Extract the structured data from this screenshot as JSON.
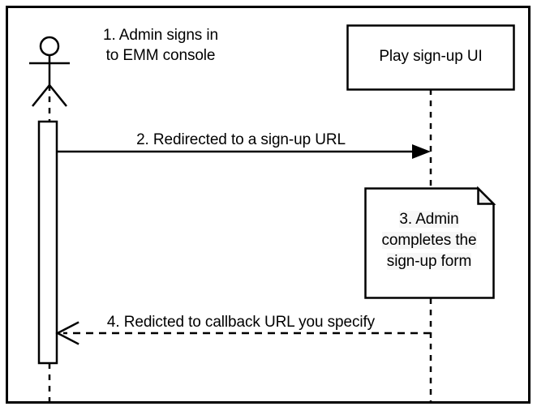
{
  "diagram": {
    "type": "uml-sequence-diagram",
    "frame": {
      "stroke": "#000000",
      "fill": "#ffffff"
    },
    "actor": {
      "name": "admin-actor",
      "shape": "stick-figure"
    },
    "participant": {
      "label": "Play sign-up UI"
    },
    "messages": [
      {
        "id": "step1",
        "label": "1. Admin signs in\nto EMM console",
        "line1": "1. Admin signs in",
        "line2": "to EMM console",
        "style": "annotation"
      },
      {
        "id": "step2",
        "label": "2. Redirected to a sign-up URL",
        "style": "solid-filled-arrow",
        "direction": "actor-to-participant"
      },
      {
        "id": "step4",
        "label": "4. Redicted to callback URL you specify",
        "style": "dashed-open-arrow",
        "direction": "participant-to-actor"
      }
    ],
    "note": {
      "id": "step3",
      "line1": "3. Admin",
      "line2": "completes the",
      "line3": "sign-up form",
      "label": "3. Admin completes the sign-up form",
      "fill": "#ffffff",
      "fold_fill": "#f0f0f0"
    },
    "colors": {
      "stroke": "#000000",
      "background": "#ffffff",
      "text_highlight": "#f7f7f7"
    }
  }
}
